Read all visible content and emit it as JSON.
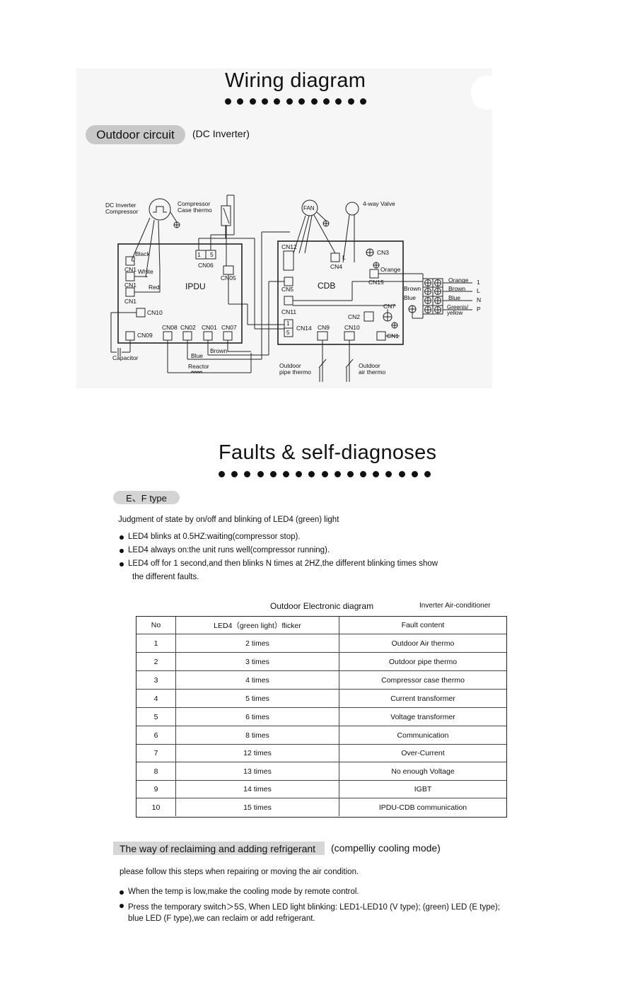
{
  "wiring": {
    "title": "Wiring  diagram",
    "section_pill": "Outdoor circuit",
    "section_note": "(DC Inverter)",
    "labels": {
      "compressor": [
        "DC Inverter",
        "Compressor"
      ],
      "case_thermo": [
        "Compressor",
        "Case thermo"
      ],
      "fan": "FAN",
      "valve": "4-way Valve",
      "black": "Black",
      "white": "White",
      "red": "Red",
      "cn1": "CN1",
      "cn10": "CN10",
      "cn09": "CN09",
      "ipdu": "IPDU",
      "cn06": "CN06",
      "cn05": "CN05",
      "pin1": "1",
      "pin5": "5",
      "cn08": "CN08",
      "cn02": "CN02",
      "cn01": "CN01",
      "cn07": "CN07",
      "capacitor": "Capacitor",
      "blue": "Blue",
      "brown": "Brown",
      "reactor": "Reactor",
      "cn12": "CN12",
      "l": "L",
      "cn4": "CN4",
      "cn3": "CN3",
      "orange": "Orange",
      "cn15": "CN15",
      "cn5": "CN5",
      "cdb": "CDB",
      "cn11": "CN11",
      "cn2": "CN2",
      "cn7": "CN7",
      "cn14": "CN14",
      "cn9": "CN9",
      "cn10b": "CN10",
      "cdb_cn1": "CN1",
      "outdoor_pipe": [
        "Outdoor",
        "pipe thermo"
      ],
      "outdoor_air": [
        "Outdoor",
        "air thermo"
      ],
      "term_brown": "Brown",
      "term_blue": "Blue",
      "wire_orange": "Orange",
      "wire_brown": "Brown",
      "wire_blue": "Blue",
      "wire_green": [
        "Greenis/",
        "yellow"
      ],
      "t1": "1",
      "tL": "L",
      "tN": "N",
      "tP": "P"
    }
  },
  "faults": {
    "title": "Faults & self-diagnoses",
    "type_pill": "E、F type",
    "intro": "Judgment of state by on/off and blinking of LED4 (green) light",
    "bullets": [
      "LED4 blinks at 0.5HZ:waiting(compressor stop).",
      "LED4 always on:the unit runs well(compressor running).",
      "LED4 off for 1 second,and then blinks N times at 2HZ,the different blinking times show"
    ],
    "bullet_cont": "the different faults.",
    "table_caption": "Outdoor Electronic diagram",
    "table_caption_right": "Inverter Air-conditioner",
    "headers": [
      "No",
      "LED4（green light）flicker",
      "Fault content"
    ],
    "rows": [
      [
        "1",
        "2  times",
        "Outdoor Air thermo"
      ],
      [
        "2",
        "3  times",
        "Outdoor pipe thermo"
      ],
      [
        "3",
        "4  times",
        "Compressor case thermo"
      ],
      [
        "4",
        "5  times",
        "Current transformer"
      ],
      [
        "5",
        "6  times",
        "Voltage transformer"
      ],
      [
        "6",
        "8  times",
        "Communication"
      ],
      [
        "7",
        "12  times",
        "Over-Current"
      ],
      [
        "8",
        "13  times",
        "No enough Voltage"
      ],
      [
        "9",
        "14  times",
        "IGBT"
      ],
      [
        "10",
        "15  times",
        "IPDU-CDB communication"
      ]
    ]
  },
  "refrigerant": {
    "band": "The way of reclaiming and adding refrigerant",
    "note": "(compelliy cooling mode)",
    "intro": "please follow this steps when repairing or moving the air condition.",
    "bullets": [
      "When the temp is low,make the cooling mode by remote control.",
      "Press the temporary switch＞5S, When LED light blinking: LED1-LED10 (V type); (green) LED (E type);"
    ],
    "bullet_cont": "blue LED (F type),we can reclaim or add refrigerant."
  }
}
